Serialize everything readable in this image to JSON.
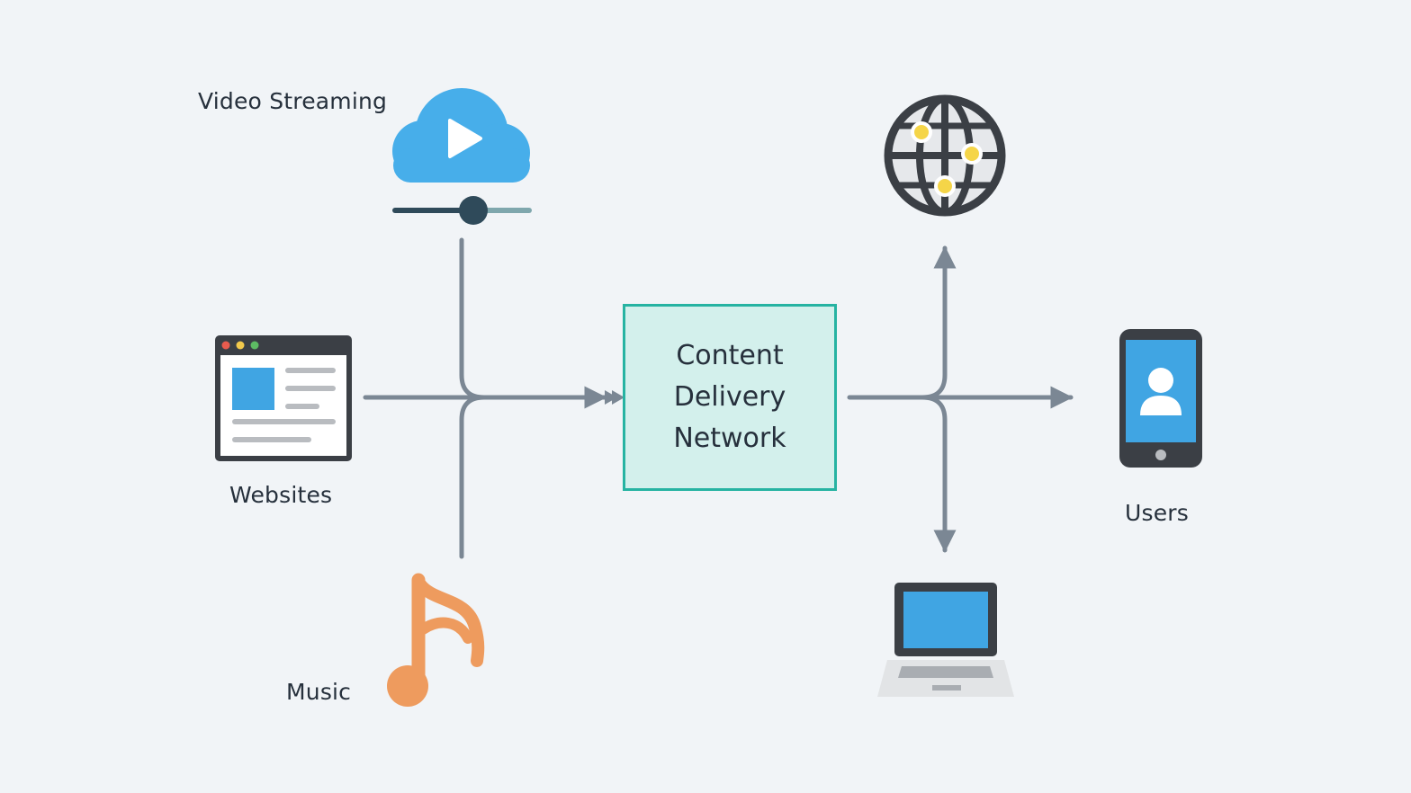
{
  "labels": {
    "video_streaming": "Video Streaming",
    "websites": "Websites",
    "music": "Music",
    "users": "Users"
  },
  "cdn": {
    "line1": "Content",
    "line2": "Delivery",
    "line3": "Network"
  },
  "colors": {
    "background": "#f1f4f7",
    "connector": "#7b8794",
    "cdn_fill": "#d3f0ec",
    "cdn_border": "#26b3a2",
    "cloud": "#47aeea",
    "music_note": "#ee9b5e",
    "device_dark": "#3b3f45",
    "screen_blue": "#40a5e3",
    "globe_dot": "#f5d548"
  },
  "icons": [
    "cloud-play-icon",
    "browser-window-icon",
    "music-note-icon",
    "globe-icon",
    "smartphone-user-icon",
    "laptop-icon"
  ]
}
